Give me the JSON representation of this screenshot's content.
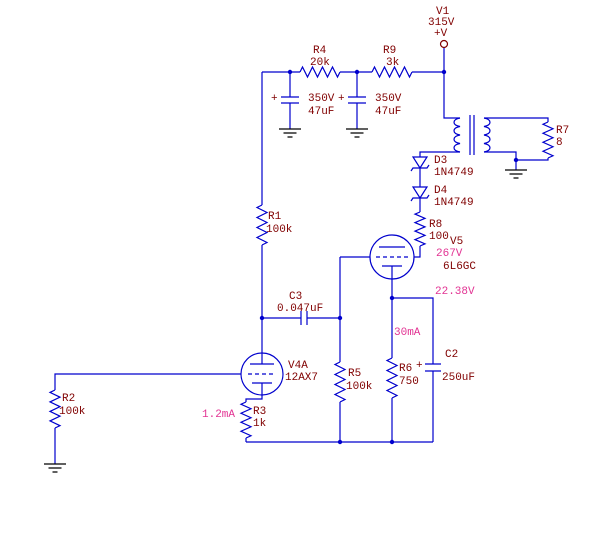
{
  "colors": {
    "background": "#ffffff",
    "wire": "#0000cd",
    "component_label": "#800000",
    "simulation_annotation": "#e23393",
    "ground": "#000000"
  },
  "components": {
    "v1_supply": {
      "name": "V1",
      "voltage": "315V",
      "terminal": "+V"
    },
    "r4": {
      "name": "R4",
      "value": "20k"
    },
    "r9": {
      "name": "R9",
      "value": "3k"
    },
    "c_filter_1": {
      "rating": "350V",
      "value": "47uF",
      "polarity": "+"
    },
    "c_filter_2": {
      "rating": "350V",
      "value": "47uF",
      "polarity": "+"
    },
    "r7": {
      "name": "R7",
      "value": "8"
    },
    "d3": {
      "name": "D3",
      "value": "1N4749"
    },
    "d4": {
      "name": "D4",
      "value": "1N4749"
    },
    "r8": {
      "name": "R8",
      "value": "100"
    },
    "v5": {
      "name": "V5",
      "value": "6L6GC",
      "plate_voltage": "267V",
      "cathode_voltage": "22.38V"
    },
    "r1": {
      "name": "R1",
      "value": "100k"
    },
    "c3": {
      "name": "C3",
      "value": "0.047uF"
    },
    "v4a": {
      "name": "V4A",
      "value": "12AX7"
    },
    "r5": {
      "name": "R5",
      "value": "100k"
    },
    "r6": {
      "name": "R6",
      "value": "750",
      "current": "30mA"
    },
    "c2": {
      "name": "C2",
      "value": "250uF",
      "polarity": "+"
    },
    "r3": {
      "name": "R3",
      "value": "1k",
      "current": "1.2mA"
    },
    "r2": {
      "name": "R2",
      "value": "100k"
    }
  }
}
